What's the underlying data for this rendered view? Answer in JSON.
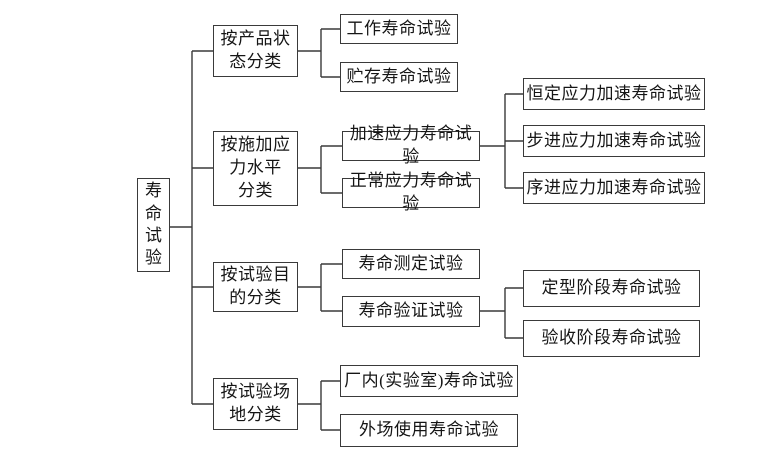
{
  "colors": {
    "background": "#ffffff",
    "box_border": "#3a3a3a",
    "line": "#3a3a3a",
    "text": "#151515"
  },
  "tree": {
    "root": {
      "label": "寿命试验"
    },
    "groups": [
      {
        "label": "按产品状\n态分类",
        "children": [
          {
            "label": "工作寿命试验"
          },
          {
            "label": "贮存寿命试验"
          }
        ]
      },
      {
        "label": "按施加应\n力水平\n分类",
        "children": [
          {
            "label": "加速应力寿命试验",
            "children": [
              {
                "label": "恒定应力加速寿命试验"
              },
              {
                "label": "步进应力加速寿命试验"
              },
              {
                "label": "序进应力加速寿命试验"
              }
            ]
          },
          {
            "label": "正常应力寿命试验"
          }
        ]
      },
      {
        "label": "按试验目\n的分类",
        "children": [
          {
            "label": "寿命测定试验"
          },
          {
            "label": "寿命验证试验",
            "children": [
              {
                "label": "定型阶段寿命试验"
              },
              {
                "label": "验收阶段寿命试验"
              }
            ]
          }
        ]
      },
      {
        "label": "按试验场\n地分类",
        "children": [
          {
            "label": "厂内(实验室)寿命试验"
          },
          {
            "label": "外场使用寿命试验"
          }
        ]
      }
    ]
  }
}
